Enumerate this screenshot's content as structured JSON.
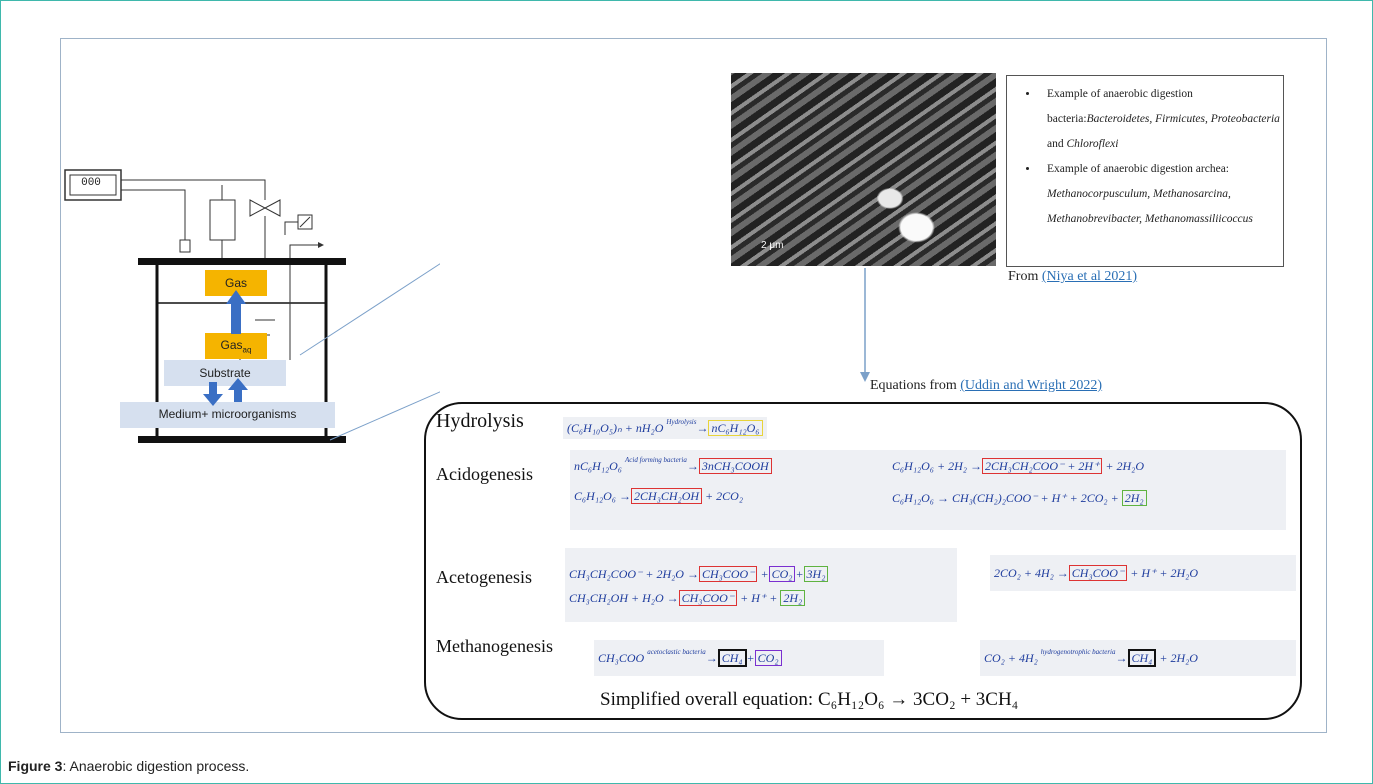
{
  "diagram": {
    "reactor": {
      "gas_label": "Gas",
      "gas_aq_label": "Gas",
      "gas_aq_sub": "aq",
      "substrate_label": "Substrate",
      "medium_label": "Medium+ microorganisms",
      "controller_display": "000"
    },
    "micrograph": {
      "scale_text": "2 μm"
    },
    "info_box": {
      "items": [
        {
          "lead": "Example of anaerobic digestion bacteria:",
          "names": "Bacteroidetes, Firmicutes, Proteobacteria",
          "tail": " and ",
          "last": "Chloroflexi"
        },
        {
          "lead": "Example of anaerobic digestion archea: ",
          "names": "Methanocorpusculum, Methanosarcina, Methanobrevibacter, Methanomassiliicoccus"
        }
      ]
    },
    "from_source": {
      "prefix": "From ",
      "ref": "(Niya et al 2021)"
    },
    "equations_source": {
      "prefix": "Equations from ",
      "ref": "(Uddin and Wright 2022)"
    },
    "stages": {
      "hydrolysis": "Hydrolysis",
      "acidogenesis": "Acidogenesis",
      "acetogenesis": "Acetogenesis",
      "methanogenesis": "Methanogenesis"
    },
    "equations": {
      "hydrolysis_1": {
        "lhs": "(C₆H₁₀O₅)ₙ + nH₂O",
        "arrow_label": "Hydrolysis",
        "product": "nC₆H₁₂O₆"
      },
      "acid_1": {
        "lhs": "nC₆H₁₂O₆",
        "arrow_label": "Acid forming bacteria",
        "product": "3nCH₃COOH"
      },
      "acid_2": {
        "lhs": "C₆H₁₂O₆ →",
        "product": "2CH₃CH₂OH",
        "rest": "+ 2CO₂"
      },
      "acid_3": {
        "lhs": "C₆H₁₂O₆ + 2H₂ →",
        "product": "2CH₃CH₂COO⁻ + 2H⁺",
        "rest": "+ 2H₂O"
      },
      "acid_4": {
        "lhs": "C₆H₁₂O₆ → CH₃(CH₂)₂COO⁻ + H⁺ + 2CO₂ +",
        "product": "2H₂"
      },
      "aceto_1": {
        "lhs": "CH₃CH₂COO⁻ + 2H₂O →",
        "p1": "CH₃COO⁻",
        "p2": "CO₂",
        "p3": "3H₂"
      },
      "aceto_2": {
        "lhs": "CH₃CH₂OH + H₂O →",
        "p1": "CH₃COO⁻",
        "mid": "+ H⁺ +",
        "p2": "2H₂"
      },
      "aceto_3": {
        "lhs": "2CO₂ + 4H₂ →",
        "p1": "CH₃COO⁻",
        "rest": "+ H⁺ + 2H₂O"
      },
      "metha_1": {
        "lhs": "CH₃COO",
        "arrow_label": "acetoclastic bacteria",
        "p1": "CH₄",
        "p2": "CO₂"
      },
      "metha_2": {
        "lhs": "CO₂ + 4H₂",
        "arrow_label": "hydrogenotrophic bacteria",
        "p1": "CH₄",
        "rest": "+ 2H₂O"
      }
    },
    "simplified": {
      "label": "Simplified overall equation: ",
      "equation": "C₆H₁₂O₆ → 3CO₂ + 3CH₄"
    }
  },
  "caption": {
    "label": "Figure 3",
    "text": ": Anaerobic digestion process."
  }
}
